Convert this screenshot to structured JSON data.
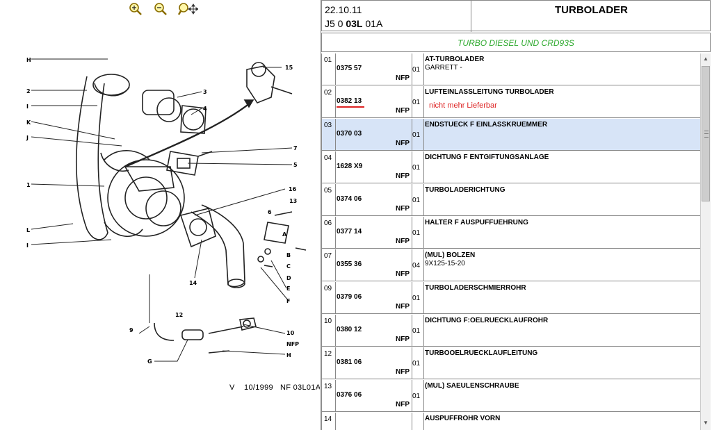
{
  "toolbar": {
    "zoom_in_icon": "zoom-in-icon",
    "zoom_out_icon": "zoom-out-icon",
    "pan_icon": "zoom-pan-icon"
  },
  "diagram": {
    "callouts": {
      "H": "H",
      "n2": "2",
      "I": "I",
      "K": "K",
      "J": "J",
      "n1": "1",
      "L": "L",
      "I2": "I",
      "n15": "15",
      "n3": "3",
      "n4": "4",
      "n7": "7",
      "n5": "5",
      "n16": "16",
      "n6": "6",
      "n13": "13",
      "A": "A",
      "B": "B",
      "C": "C",
      "D": "D",
      "E": "E",
      "F": "F",
      "n14": "14",
      "n12": "12",
      "n9": "9",
      "n10": "10",
      "NFP": "NFP",
      "H2": "H",
      "G": "G"
    },
    "caption": "V    10/1999   NF 03L01A"
  },
  "header": {
    "date": "22.10.11",
    "code_prefix": "J5 0 ",
    "code_bold": "03L",
    "code_suffix": " 01A",
    "title": "TURBOLADER"
  },
  "subtitle": "TURBO DIESEL UND CRD93S",
  "rows": [
    {
      "pos": "01",
      "part": "0375 57",
      "nfp": "NFP",
      "qty": "01",
      "desc": "AT-TURBOLADER",
      "sub": "GARRETT -",
      "note": ""
    },
    {
      "pos": "02",
      "part": "0382 13",
      "nfp": "NFP",
      "qty": "01",
      "desc": "LUFTEINLASSLEITUNG TURBOLADER",
      "sub": "",
      "note": "nicht mehr Lieferbar"
    },
    {
      "pos": "03",
      "part": "0370 03",
      "nfp": "NFP",
      "qty": "01",
      "desc": "ENDSTUECK F EINLASSKRUEMMER",
      "sub": "",
      "note": "",
      "selected": true
    },
    {
      "pos": "04",
      "part": "1628 X9",
      "nfp": "NFP",
      "qty": "01",
      "desc": "DICHTUNG F ENTGIFTUNGSANLAGE",
      "sub": "",
      "note": ""
    },
    {
      "pos": "05",
      "part": "0374 06",
      "nfp": "NFP",
      "qty": "01",
      "desc": "TURBOLADERICHTUNG",
      "sub": "",
      "note": ""
    },
    {
      "pos": "06",
      "part": "0377 14",
      "nfp": "NFP",
      "qty": "01",
      "desc": "HALTER F AUSPUFFUEHRUNG",
      "sub": "",
      "note": ""
    },
    {
      "pos": "07",
      "part": "0355 36",
      "nfp": "NFP",
      "qty": "04",
      "desc": "(MUL) BOLZEN",
      "sub": "9X125-15-20",
      "note": ""
    },
    {
      "pos": "09",
      "part": "0379 06",
      "nfp": "NFP",
      "qty": "01",
      "desc": "TURBOLADERSCHMIERROHR",
      "sub": "",
      "note": ""
    },
    {
      "pos": "10",
      "part": "0380 12",
      "nfp": "NFP",
      "qty": "01",
      "desc": "DICHTUNG F:OELRUECKLAUFROHR",
      "sub": "",
      "note": ""
    },
    {
      "pos": "12",
      "part": "0381 06",
      "nfp": "NFP",
      "qty": "01",
      "desc": "TURBOOELRUECKLAUFLEITUNG",
      "sub": "",
      "note": ""
    },
    {
      "pos": "13",
      "part": "0376 06",
      "nfp": "NFP",
      "qty": "01",
      "desc": "(MUL) SAEULENSCHRAUBE",
      "sub": "",
      "note": ""
    },
    {
      "pos": "14",
      "part": "",
      "nfp": "",
      "qty": "",
      "desc": "AUSPUFFROHR VORN",
      "sub": "",
      "note": ""
    }
  ],
  "colors": {
    "subtitle": "#2faa2f",
    "selected_row": "#d7e4f7",
    "note": "#dd2222"
  }
}
